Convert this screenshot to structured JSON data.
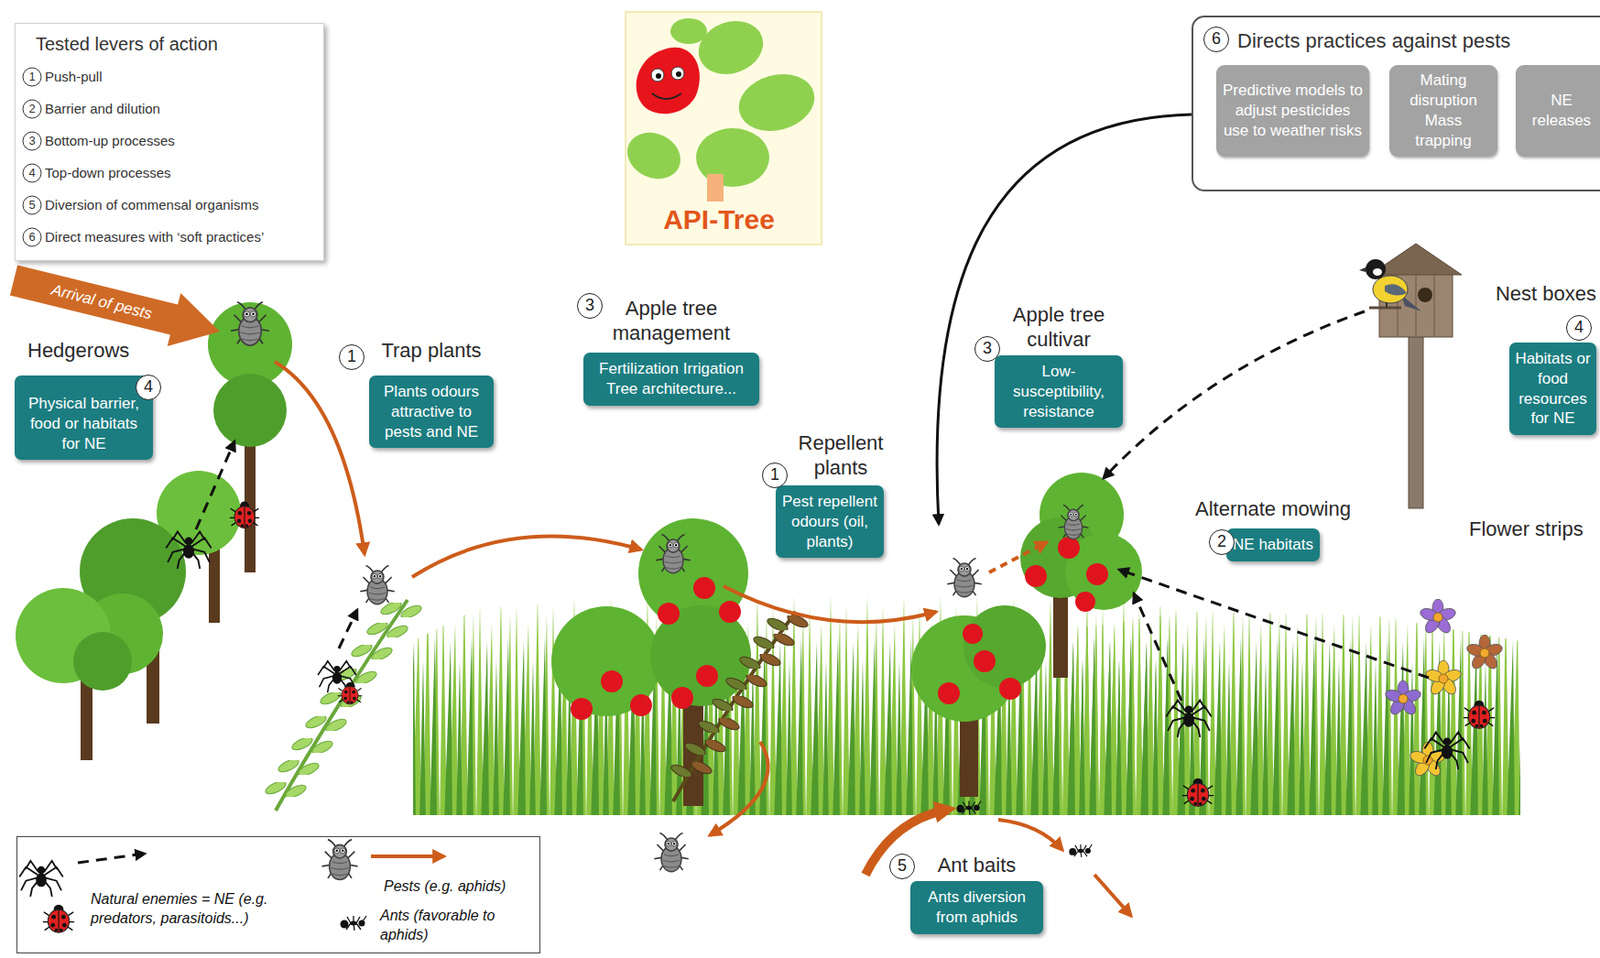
{
  "diagram": {
    "nodes": [
      {
        "text": [
          "Tested levers of action",
          "Push-pull",
          "Barrier and dilution",
          "Bottom-up processes",
          "Top-down processes",
          "Diversion of commensal organisms",
          "Direct measures with ‘soft practices’"
        ]
      },
      {
        "text": [
          "Directs practices against pests"
        ]
      },
      {
        "text": [
          "Predictive models to adjust pesticides use to weather risks"
        ],
        "in": 1
      },
      {
        "text": [
          "Mating disruption Mass trapping"
        ],
        "in": 1
      },
      {
        "text": [
          "NE releases"
        ],
        "in": 1
      },
      {
        "text": [
          "Hedgerows",
          "Physical barrier, food or habitats for NE"
        ]
      },
      {
        "text": [
          "Trap plants",
          "Plants odours attractive to pests and NE"
        ]
      },
      {
        "text": [
          "Apple tree management",
          "Fertilization Irrigation Tree architecture..."
        ]
      },
      {
        "text": [
          "Apple tree cultivar",
          "Low-susceptibility, resistance"
        ]
      },
      {
        "text": [
          "Nest boxes",
          "Habitats or food resources for NE"
        ]
      },
      {
        "text": [
          "Repellent plants",
          "Pest repellent odours (oil, plants)"
        ]
      },
      {
        "text": [
          "Alternate mowing",
          "NE habitats"
        ]
      },
      {
        "text": [
          "Ant baits",
          "Ants diversion from aphids"
        ]
      }
    ],
    "labels": [
      "Arrival of pests",
      "API-Tree",
      "6",
      "4",
      "1",
      "3",
      "3",
      "4",
      "1",
      "2",
      "Flower strips",
      "5",
      "1",
      "2",
      "3",
      "4",
      "5",
      "6"
    ],
    "legend": [
      {
        "text": "Natural enemies = NE (e.g. predators, parasitoids...)"
      },
      {
        "text": "Pests (e.g. aphids)"
      },
      {
        "text": "Ants (favorable to aphids)"
      }
    ]
  }
}
